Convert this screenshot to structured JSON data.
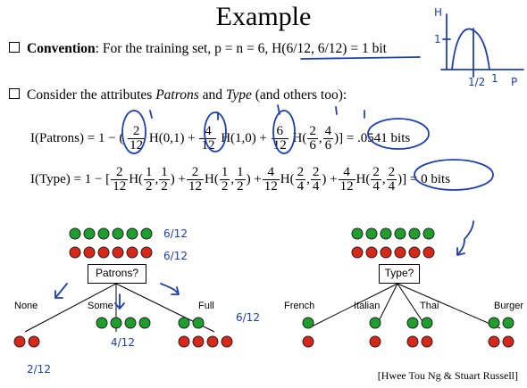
{
  "title": "Example",
  "convention": {
    "label": "Convention",
    "text": ": For the training set, p = n = 6,  H(6/12, 6/12) = 1 bit"
  },
  "consider": {
    "prefix": "Consider the attributes ",
    "attr1": "Patrons",
    "mid": " and ",
    "attr2": "Type",
    "suffix": " (and others too):"
  },
  "eq_patrons": {
    "lhs": "I(Patrons) = 1 − (",
    "f1_num": "2",
    "f1_den": "12",
    "h1": "H(0,1) +",
    "f2_num": "4",
    "f2_den": "12",
    "h2": "H(1,0) +",
    "f3_num": "6",
    "f3_den": "12",
    "h3": "H(",
    "f4_num": "2",
    "f4_den": "6",
    "comma": ",",
    "f5_num": "4",
    "f5_den": "6",
    "rhs": ")] = .0541 bits"
  },
  "eq_type": {
    "lhs": "I(Type) = 1 − [",
    "t1_num": "2",
    "t1_den": "12",
    "h_a": "H(",
    "a1_num": "1",
    "a1_den": "2",
    "c1": ",",
    "a2_num": "1",
    "a2_den": "2",
    "p1": ") +",
    "t2_num": "2",
    "t2_den": "12",
    "h_b": "H(",
    "b1_num": "1",
    "b1_den": "2",
    "c2": ",",
    "b2_num": "1",
    "b2_den": "2",
    "p2": ") +",
    "t3_num": "4",
    "t3_den": "12",
    "h_c": "H(",
    "c1_num": "2",
    "c1_den": "4",
    "c3": ",",
    "c2_num": "2",
    "c2_den": "4",
    "p3": ") +",
    "t4_num": "4",
    "t4_den": "12",
    "h_d": "H(",
    "d1_num": "2",
    "d1_den": "4",
    "c4": ",",
    "d2_num": "2",
    "d2_den": "4",
    "rhs": ")] = 0 bits"
  },
  "tree_patrons": {
    "root": "Patrons?",
    "branches": [
      "None",
      "Some",
      "Full"
    ],
    "positive_count": 6,
    "negative_count": 6
  },
  "tree_type": {
    "root": "Type?",
    "branches": [
      "French",
      "Italian",
      "Thai",
      "Burger"
    ],
    "positive_count": 6,
    "negative_count": 6
  },
  "annotations": {
    "top_green": "6/12",
    "top_red": "6/12",
    "some_frac": "4/12",
    "full_frac": "6/12",
    "none_frac": "2/12",
    "graph_y_label": "H",
    "graph_one": "1",
    "graph_half": "1/2",
    "graph_x_one": "1",
    "graph_x_label": "P"
  },
  "citation": "[Hwee Tou Ng & Stuart Russell]",
  "colors": {
    "positive": "#1e9e2e",
    "negative": "#d62718",
    "ink": "#1d3fa8"
  }
}
